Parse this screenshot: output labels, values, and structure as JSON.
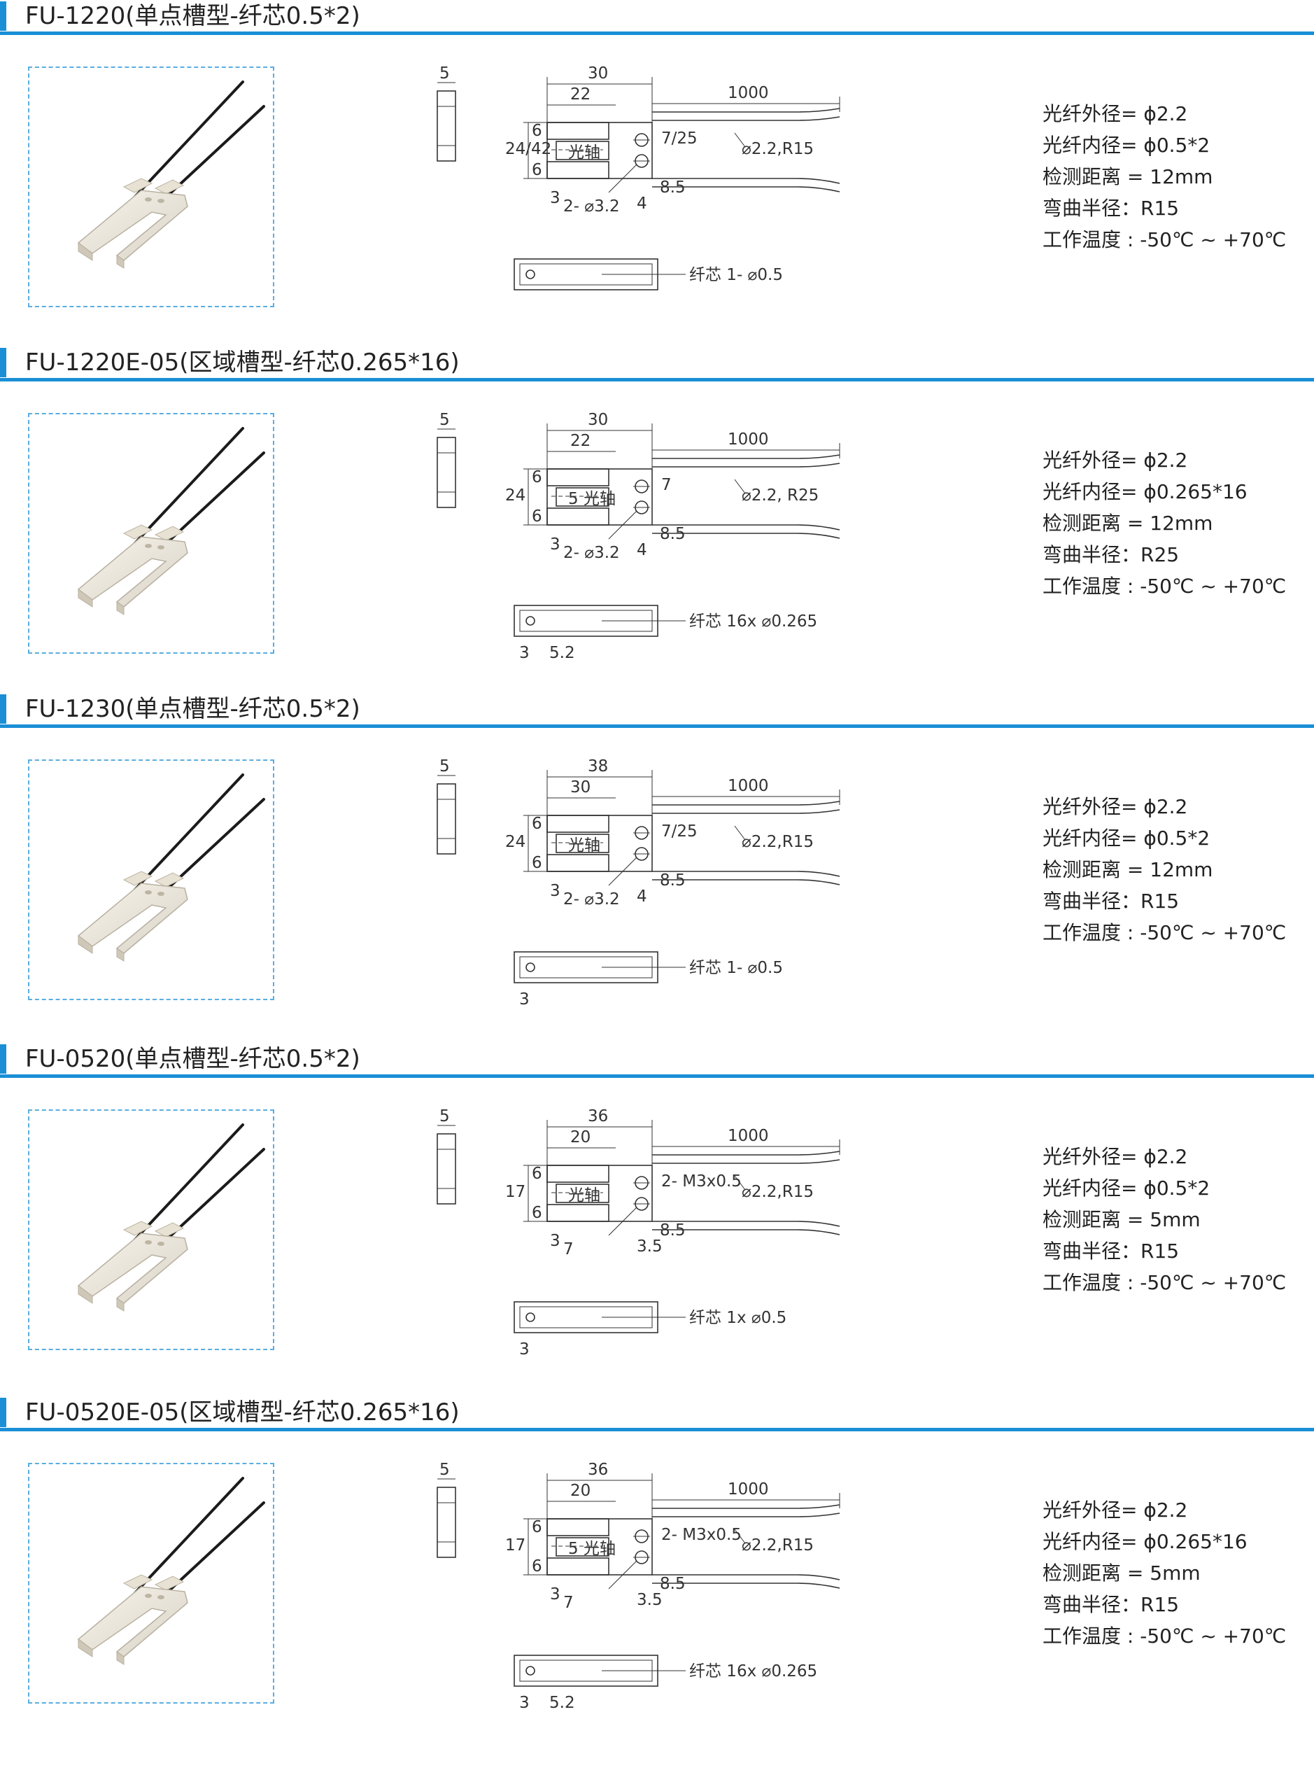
{
  "sections": [
    {
      "title": "FU-1220(单点槽型-纤芯0.5*2)",
      "specs": [
        "光纤外径= ϕ2.2",
        "光纤内径= ϕ0.5*2",
        "检测距离 = 12mm",
        "弯曲半径：R15",
        "工作温度 : -50℃ ~ +70℃"
      ],
      "dims": {
        "side": "5",
        "total": "30",
        "slot": "22",
        "cable": "1000",
        "height": "24/42",
        "top": "6",
        "bottom": "6",
        "gap": "7/25",
        "cable_spec": "⌀2.2,R15",
        "off": "8.5",
        "left": "3",
        "holes": "2- ⌀3.2",
        "edge": "4",
        "axis": "光轴",
        "core": "纤芯 1- ⌀0.5",
        "core_a": "",
        "core_b": ""
      }
    },
    {
      "title": "FU-1220E-05(区域槽型-纤芯0.265*16)",
      "specs": [
        "光纤外径= ϕ2.2",
        "光纤内径= ϕ0.265*16",
        "检测距离 = 12mm",
        "弯曲半径：R25",
        "工作温度 : -50℃ ~ +70℃"
      ],
      "dims": {
        "side": "5",
        "total": "30",
        "slot": "22",
        "cable": "1000",
        "height": "24",
        "top": "6",
        "bottom": "6",
        "gap": "7",
        "cable_spec": "⌀2.2, R25",
        "off": "8.5",
        "left": "3",
        "holes": "2- ⌀3.2",
        "edge": "4",
        "axis": "5 光轴",
        "core": "纤芯 16x ⌀0.265",
        "core_a": "3",
        "core_b": "5.2"
      }
    },
    {
      "title": "FU-1230(单点槽型-纤芯0.5*2)",
      "specs": [
        "光纤外径= ϕ2.2",
        "光纤内径= ϕ0.5*2",
        "检测距离 = 12mm",
        "弯曲半径：R15",
        "工作温度 : -50℃ ~ +70℃"
      ],
      "dims": {
        "side": "5",
        "total": "38",
        "slot": "30",
        "cable": "1000",
        "height": "24",
        "top": "6",
        "bottom": "6",
        "gap": "7/25",
        "cable_spec": "⌀2.2,R15",
        "off": "8.5",
        "left": "3",
        "holes": "2- ⌀3.2",
        "edge": "4",
        "axis": "光轴",
        "core": "纤芯 1- ⌀0.5",
        "core_a": "3",
        "core_b": ""
      }
    },
    {
      "title": "FU-0520(单点槽型-纤芯0.5*2)",
      "specs": [
        "光纤外径= ϕ2.2",
        "光纤内径= ϕ0.5*2",
        "检测距离 = 5mm",
        "弯曲半径：R15",
        "工作温度 : -50℃ ~ +70℃"
      ],
      "dims": {
        "side": "5",
        "total": "36",
        "slot": "20",
        "cable": "1000",
        "height": "17",
        "top": "6",
        "bottom": "6",
        "gap": "2- M3x0.5",
        "cable_spec": "⌀2.2,R15",
        "off": "8.5",
        "left": "3",
        "holes": "7",
        "edge": "3.5",
        "axis": "光轴",
        "core": "纤芯 1x ⌀0.5",
        "core_a": "3",
        "core_b": ""
      }
    },
    {
      "title": "FU-0520E-05(区域槽型-纤芯0.265*16)",
      "specs": [
        "光纤外径= ϕ2.2",
        "光纤内径= ϕ0.265*16",
        "检测距离 = 5mm",
        "弯曲半径：R15",
        "工作温度 : -50℃ ~ +70℃"
      ],
      "dims": {
        "side": "5",
        "total": "36",
        "slot": "20",
        "cable": "1000",
        "height": "17",
        "top": "6",
        "bottom": "6",
        "gap": "2- M3x0.5",
        "cable_spec": "⌀2.2,R15",
        "off": "8.5",
        "left": "3",
        "holes": "7",
        "edge": "3.5",
        "axis": "5 光轴",
        "core": "纤芯 16x ⌀0.265",
        "core_a": "3",
        "core_b": "5.2"
      }
    }
  ],
  "colors": {
    "accent": "#1a8fd6",
    "dashed_border": "#5aaee0",
    "sensor_body": "#efeae0",
    "cable": "#1b1b1b"
  }
}
